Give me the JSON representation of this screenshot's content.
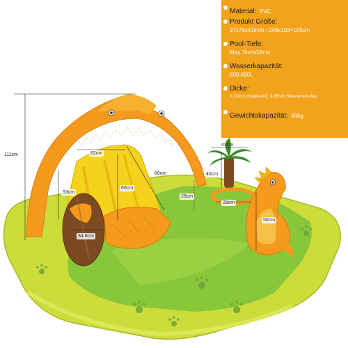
{
  "colors": {
    "panel": "#f3a21c",
    "arch": "#f59a1d",
    "slide": "#f5d21c",
    "pool_floor": "#89c73a",
    "pool_rim": "#cbdc3b",
    "paw": "#6fa33a",
    "trunk": "#7b4a23",
    "palm": "#3d8a2c"
  },
  "dimensions": {
    "height_total": "111cm",
    "slide_width": "62cm",
    "slide_length": "80cm",
    "slide_height": "60cm",
    "side_height": "53cm",
    "trunk_width": "34.8cm",
    "palm_width": "43cm",
    "palm_height": "40cm",
    "wall_height": "25cm",
    "ring_diameter": "28cm",
    "dino_height": "50cm"
  },
  "specs": {
    "material_label": "Material:",
    "material_value": "PVC",
    "size_label": "Produkt Größe:",
    "size_value": "97x76x41inch / 246x193×105cm",
    "depth_label": "Pool-Tiefe:",
    "depth_value": "Max.7inch/18cm",
    "capacity_label": "Wasserkapazität:",
    "capacity_value": "600-650L",
    "thickness_label": "Dicke:",
    "thickness_value": "0,23mm (insgesamt), 0,35mm (Wasserrutsche)",
    "weight_label": "Gewichtskapazität:",
    "weight_value": "60kg"
  }
}
